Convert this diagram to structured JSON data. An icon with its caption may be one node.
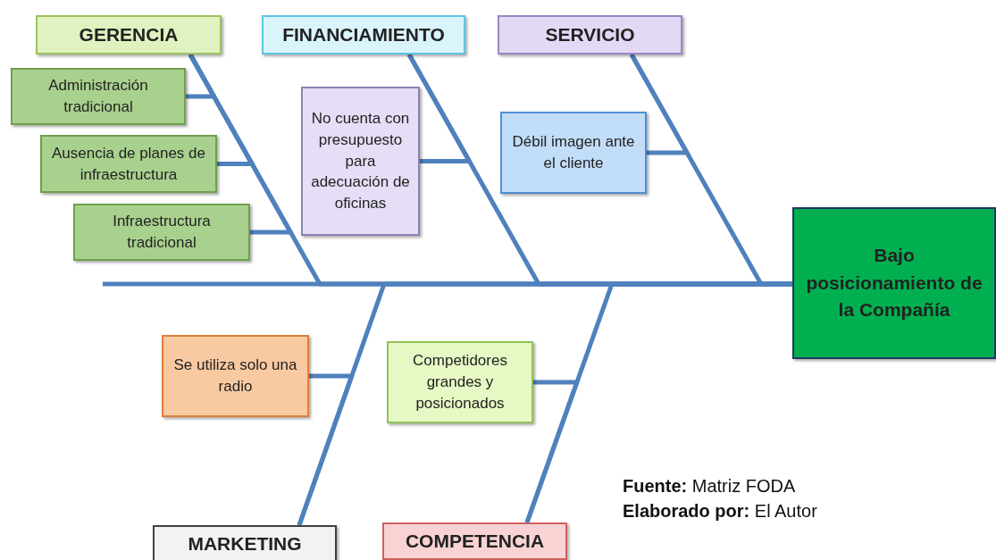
{
  "diagram": {
    "nodes": [
      {
        "text": [
          "GERENCIA"
        ]
      },
      {
        "text": [
          "FINANCIAMIENTO"
        ]
      },
      {
        "text": [
          "SERVICIO"
        ]
      },
      {
        "text": [
          "Administración tradicional"
        ]
      },
      {
        "text": [
          "Ausencia de planes de infraestructura"
        ]
      },
      {
        "text": [
          "Infraestructura tradicional"
        ]
      },
      {
        "text": [
          "No cuenta con presupuesto para adecuación de oficinas"
        ]
      },
      {
        "text": [
          "Débil imagen ante el cliente"
        ]
      },
      {
        "text": [
          "Bajo posicionamiento de la Compañía"
        ]
      },
      {
        "text": [
          "Se utiliza solo una radio"
        ]
      },
      {
        "text": [
          "Competidores grandes y posicionados"
        ]
      },
      {
        "text": [
          "MARKETING"
        ]
      },
      {
        "text": [
          "COMPETENCIA"
        ]
      }
    ],
    "edges": [
      {
        "from": null,
        "to": 8,
        "arrow": "none"
      },
      {
        "from": 0,
        "to": 8,
        "arrow": "none"
      },
      {
        "from": 1,
        "to": 8,
        "arrow": "none"
      },
      {
        "from": 2,
        "to": 8,
        "arrow": "none"
      },
      {
        "from": 3,
        "to": 0,
        "arrow": "none"
      },
      {
        "from": 4,
        "to": 0,
        "arrow": "none"
      },
      {
        "from": 5,
        "to": 0,
        "arrow": "none"
      },
      {
        "from": 6,
        "to": 1,
        "arrow": "none"
      },
      {
        "from": 7,
        "to": 2,
        "arrow": "none"
      },
      {
        "from": 11,
        "to": 8,
        "arrow": "none"
      },
      {
        "from": 12,
        "to": 8,
        "arrow": "none"
      },
      {
        "from": 9,
        "to": 11,
        "arrow": "none"
      },
      {
        "from": 10,
        "to": 12,
        "arrow": "none"
      }
    ],
    "labels": [
      "**Fuente:** Matriz FODA",
      "**Elaborado por:** El Autor"
    ]
  }
}
